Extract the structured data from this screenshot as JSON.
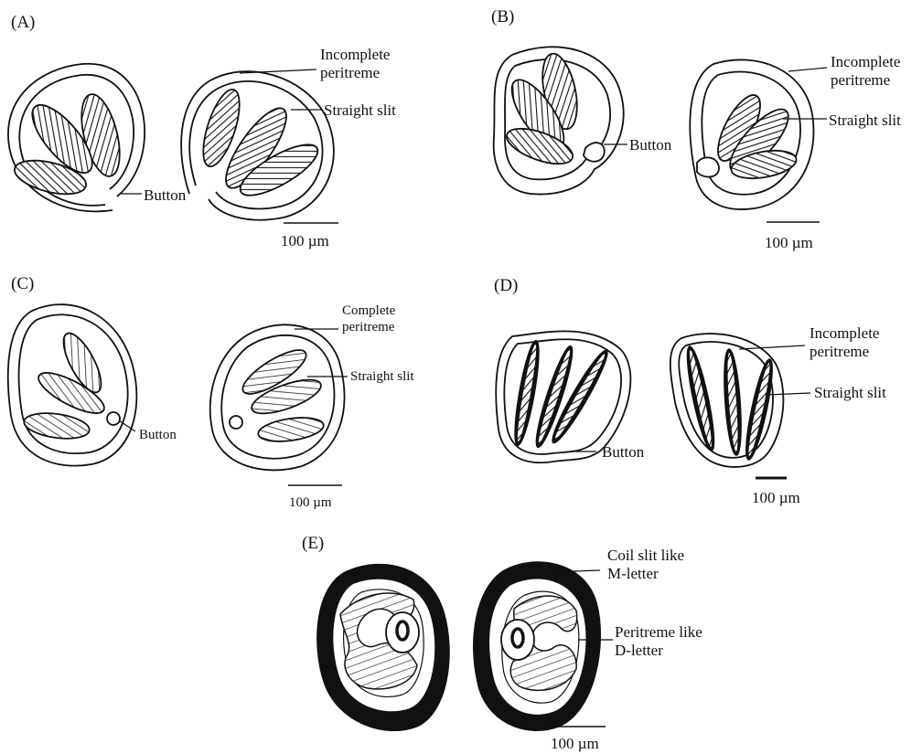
{
  "panels": {
    "A": {
      "tag": "(A)",
      "labels": {
        "peritreme_line1": "Incomplete",
        "peritreme_line2": "peritreme",
        "slit": "Straight slit",
        "button": "Button"
      },
      "scale": "100 µm"
    },
    "B": {
      "tag": "(B)",
      "labels": {
        "peritreme_line1": "Incomplete",
        "peritreme_line2": "peritreme",
        "slit": "Straight slit",
        "button": "Button"
      },
      "scale": "100 µm"
    },
    "C": {
      "tag": "(C)",
      "labels": {
        "peritreme_line1": "Complete",
        "peritreme_line2": "peritreme",
        "slit": "Straight slit",
        "button": "Button"
      },
      "scale": "100 µm"
    },
    "D": {
      "tag": "(D)",
      "labels": {
        "peritreme_line1": "Incomplete",
        "peritreme_line2": "peritreme",
        "slit": "Straight slit",
        "button": "Button"
      },
      "scale": "100 µm"
    },
    "E": {
      "tag": "(E)",
      "labels": {
        "slit_line1": "Coil slit like",
        "slit_line2": "M-letter",
        "peritreme_line1": "Peritreme like",
        "peritreme_line2": "D-letter"
      },
      "scale": "100 µm"
    }
  }
}
